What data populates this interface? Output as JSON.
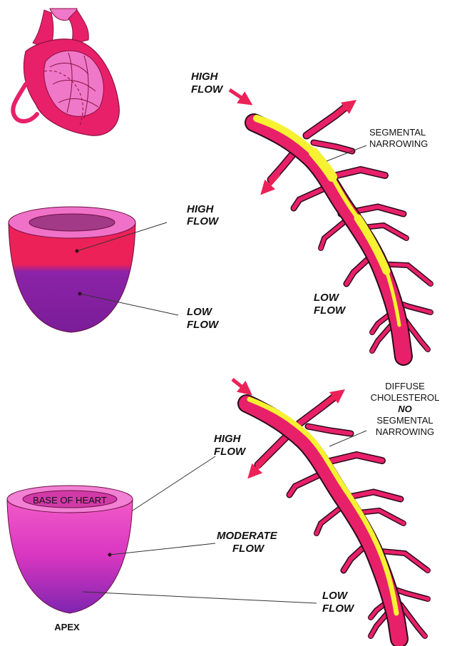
{
  "colors": {
    "vessel": "#e8206a",
    "vessel_dark": "#2a0a18",
    "plaque": "#f6f231",
    "heart_red": "#ec2158",
    "heart_pink": "#f26cc4",
    "heart_purple": "#8a22a8",
    "arrow": "#ec2158"
  },
  "icons": [
    "heart-outline-icon",
    "flow-arrow-icon"
  ],
  "top_panel": {
    "artery": {
      "high_flow": [
        "HIGH",
        "FLOW"
      ],
      "segmental": [
        "SEGMENTAL",
        "NARROWING"
      ],
      "low_flow": [
        "LOW",
        "FLOW"
      ]
    },
    "ventricle": {
      "high_flow": [
        "HIGH",
        "FLOW"
      ],
      "low_flow": [
        "LOW",
        "FLOW"
      ]
    }
  },
  "bottom_panel": {
    "artery": {
      "diffuse": [
        "DIFFUSE",
        "CHOLESTEROL",
        "NO",
        "SEGMENTAL",
        "NARROWING"
      ]
    },
    "ventricle": {
      "high_flow": [
        "HIGH",
        "FLOW"
      ],
      "moderate_flow": [
        "MODERATE",
        "FLOW"
      ],
      "low_flow": [
        "LOW",
        "FLOW"
      ],
      "base": "BASE OF HEART",
      "apex": "APEX"
    }
  }
}
